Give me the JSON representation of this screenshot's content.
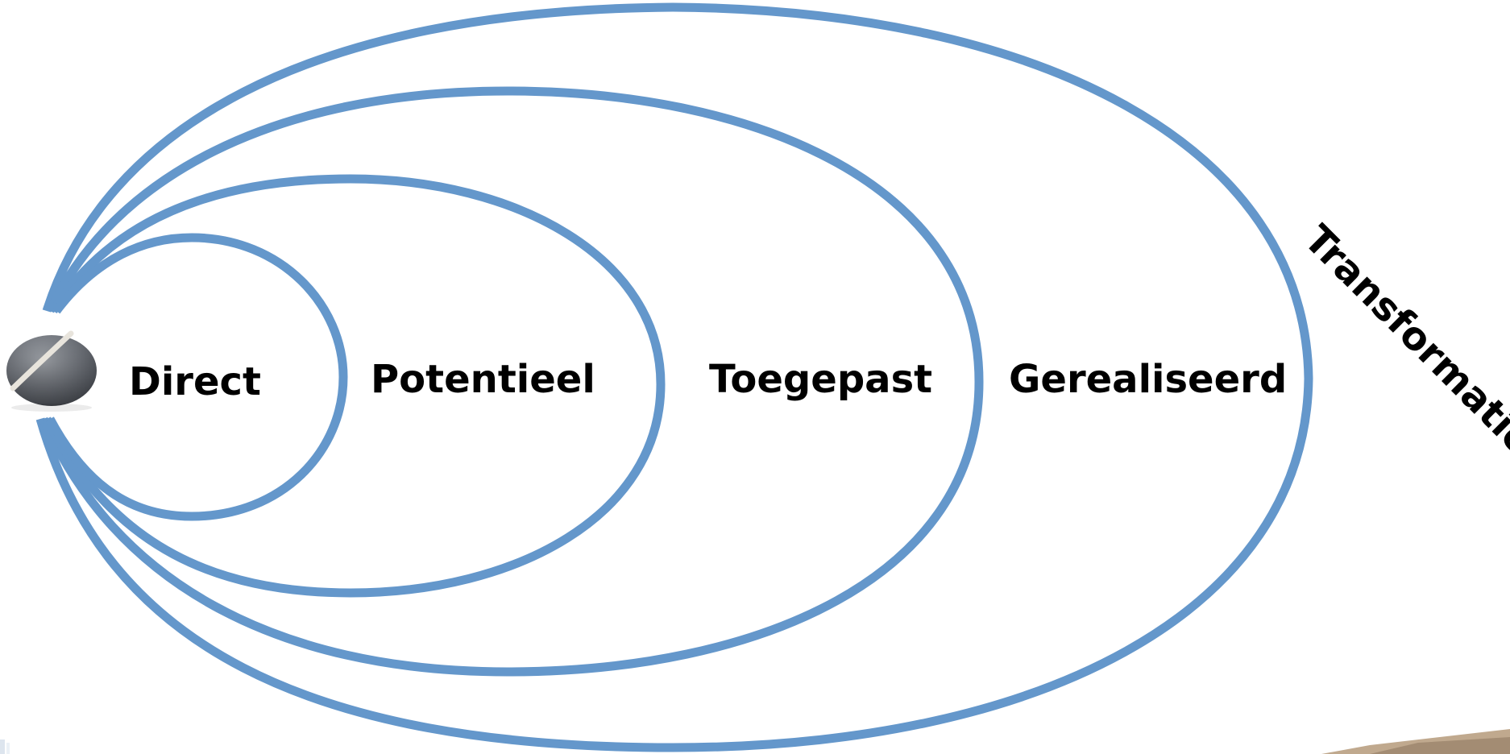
{
  "diagram": {
    "rings": [
      {
        "id": "direct",
        "label": "Direct"
      },
      {
        "id": "potentieel",
        "label": "Potentieel"
      },
      {
        "id": "toegepast",
        "label": "Toegepast"
      },
      {
        "id": "gerealiseerd",
        "label": "Gerealiseerd"
      },
      {
        "id": "transformatie",
        "label": "Transformatie"
      }
    ],
    "colors": {
      "ring_stroke": "#6497cb",
      "label_text": "#000000",
      "pebble": "#7b7f86",
      "pebble_stripe": "#e8e4dc"
    },
    "icons": {
      "origin": "pebble-icon"
    }
  }
}
